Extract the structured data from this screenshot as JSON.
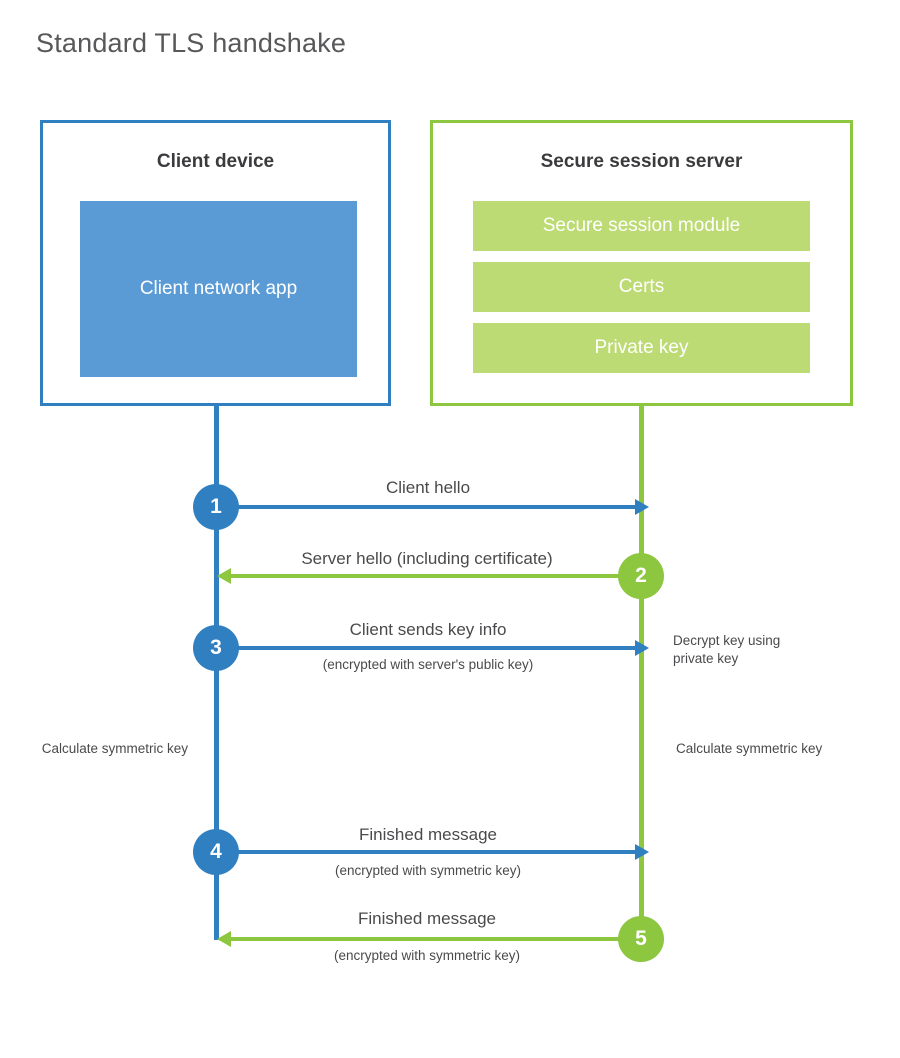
{
  "title": "Standard TLS handshake",
  "colors": {
    "client_accent": "#2f7fc1",
    "client_app_fill": "#5b9bd5",
    "server_accent": "#8dc63f",
    "server_block_fill": "#bddb74",
    "text": "#4a4a4c",
    "title_text": "#58585a",
    "background": "#ffffff"
  },
  "client": {
    "title": "Client device",
    "app_label": "Client network app"
  },
  "server": {
    "title": "Secure session server",
    "blocks": [
      {
        "label": "Secure session module"
      },
      {
        "label": "Certs"
      },
      {
        "label": "Private key"
      }
    ]
  },
  "steps": [
    {
      "number": "1",
      "side": "client",
      "direction": "client-to-server",
      "label": "Client hello",
      "sub_label": ""
    },
    {
      "number": "2",
      "side": "server",
      "direction": "server-to-client",
      "label": "Server hello (including certificate)",
      "sub_label": ""
    },
    {
      "number": "3",
      "side": "client",
      "direction": "client-to-server",
      "label": "Client sends key info",
      "sub_label": "(encrypted with server's public key)"
    },
    {
      "number": "4",
      "side": "client",
      "direction": "client-to-server",
      "label": "Finished message",
      "sub_label": "(encrypted with symmetric key)"
    },
    {
      "number": "5",
      "side": "server",
      "direction": "server-to-client",
      "label": "Finished message",
      "sub_label": "(encrypted with symmetric key)"
    }
  ],
  "annotations": {
    "server_decrypt": "Decrypt key using private key",
    "client_calculate": "Calculate symmetric key",
    "server_calculate": "Calculate symmetric key"
  }
}
